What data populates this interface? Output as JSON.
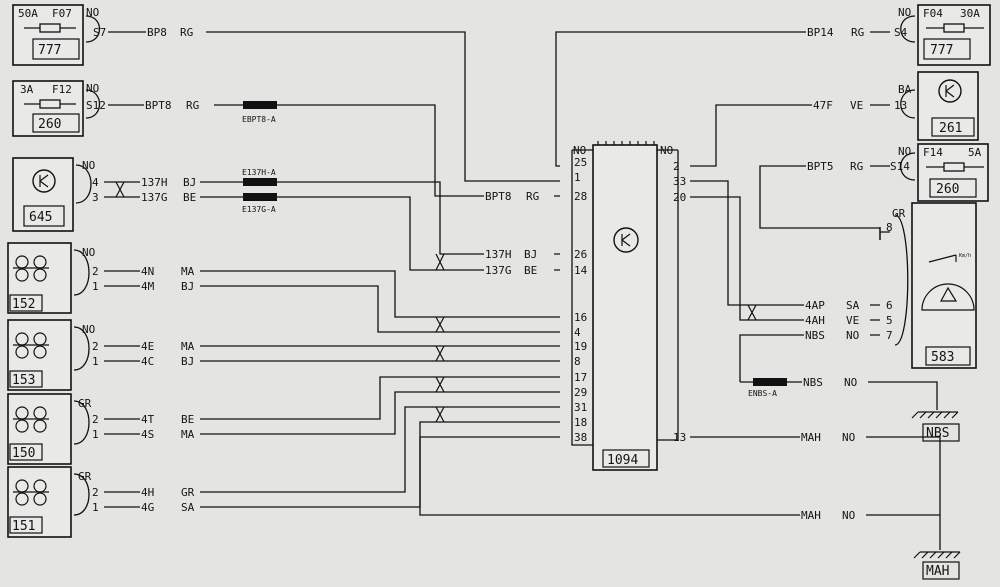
{
  "components": {
    "c777_left": {
      "rating": "50A",
      "fuse": "F07",
      "id": "777"
    },
    "c260_left": {
      "rating": "3A",
      "fuse": "F12",
      "id": "260"
    },
    "c645": {
      "id": "645"
    },
    "c152": {
      "id": "152"
    },
    "c153": {
      "id": "153"
    },
    "c150": {
      "id": "150"
    },
    "c151": {
      "id": "151"
    },
    "ecu": {
      "id": "1094"
    },
    "c777_right": {
      "fuse": "F04",
      "rating": "30A",
      "id": "777"
    },
    "c261": {
      "id": "261"
    },
    "c260_right": {
      "fuse": "F14",
      "rating": "5A",
      "id": "260"
    },
    "c583": {
      "id": "583"
    }
  },
  "grounds": {
    "nbs": "NBS",
    "mah": "MAH"
  },
  "texts": {
    "no": "NO",
    "gr": "GR",
    "ba": "BA",
    "s7": "S7",
    "s12": "S12",
    "s4": "S4",
    "s14": "S14",
    "p4": "4",
    "p3": "3",
    "p2": "2",
    "p1": "1",
    "bp8": "BP8",
    "bpt8": "BPT8",
    "bp14": "BP14",
    "bpt5": "BPT5",
    "w47f": "47F",
    "rg": "RG",
    "ve": "VE",
    "bj": "BJ",
    "be": "BE",
    "ma": "MA",
    "sa": "SA",
    "gr_c": "GR",
    "w137h": "137H",
    "w137g": "137G",
    "w4n": "4N",
    "w4m": "4M",
    "w4e": "4E",
    "w4c": "4C",
    "w4t": "4T",
    "w4s": "4S",
    "w4h": "4H",
    "w4g": "4G",
    "w4ap": "4AP",
    "w4ah": "4AH",
    "nbs_w": "NBS",
    "mah_w": "MAH",
    "no_c": "NO",
    "ebpt8a": "EBPT8-A",
    "e137ha": "E137H-A",
    "e137ga": "E137G-A",
    "enbsa": "ENBS-A",
    "kmh": "Km/h"
  },
  "ecu_pins_left": [
    "25",
    "1",
    "28",
    "26",
    "14",
    "16",
    "4",
    "19",
    "8",
    "17",
    "29",
    "31",
    "18",
    "38"
  ],
  "ecu_pins_right": [
    "2",
    "33",
    "20",
    "13"
  ],
  "c583_pins": [
    "8",
    "6",
    "5",
    "7"
  ],
  "c261_pin": "13",
  "colors": {
    "ink": "#111111",
    "paper": "#e4e4e2"
  },
  "icons": [
    "fuse-icon",
    "ecu-symbol-icon",
    "speaker-icon",
    "fuel-pump-icon",
    "relay-icon",
    "gauge-icon",
    "ground-icon",
    "twisted-pair-icon"
  ]
}
